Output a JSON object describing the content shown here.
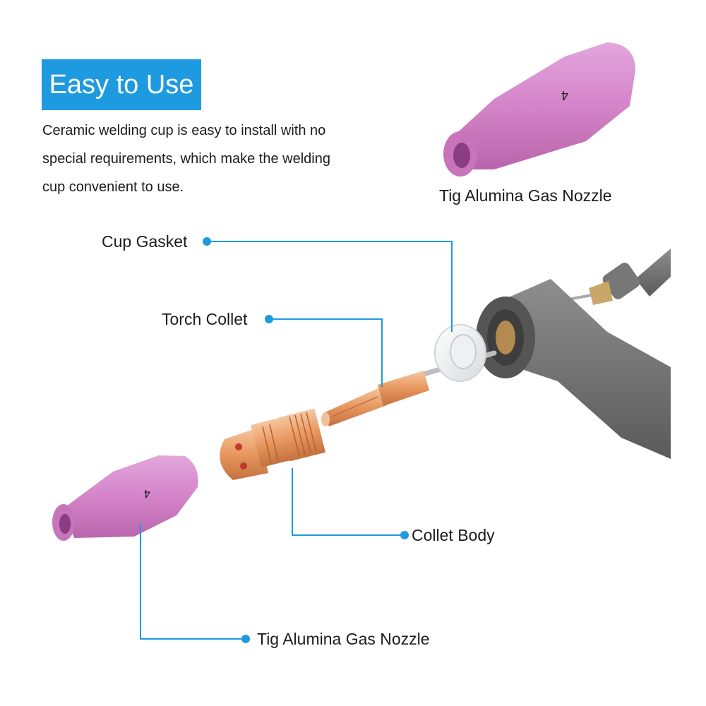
{
  "header": {
    "title": "Easy to Use",
    "description": "Ceramic welding cup is easy to install with no special requirements, which make the welding cup convenient to use."
  },
  "product_caption": "Tig Alumina Gas Nozzle",
  "nozzle_marking": "4",
  "callouts": {
    "cup_gasket": "Cup Gasket",
    "torch_collet": "Torch Collet",
    "collet_body": "Collet Body",
    "gas_nozzle": "Tig Alumina Gas Nozzle"
  },
  "colors": {
    "accent_blue": "#1e9ae0",
    "leader_line": "#1e9ae0",
    "ceramic_pink": "#d98ad0",
    "copper": "#e8a070",
    "torch_gray": "#808080"
  },
  "icons": [
    "ceramic-nozzle-icon",
    "cup-gasket-icon",
    "torch-collet-icon",
    "collet-body-icon",
    "tig-torch-icon"
  ]
}
